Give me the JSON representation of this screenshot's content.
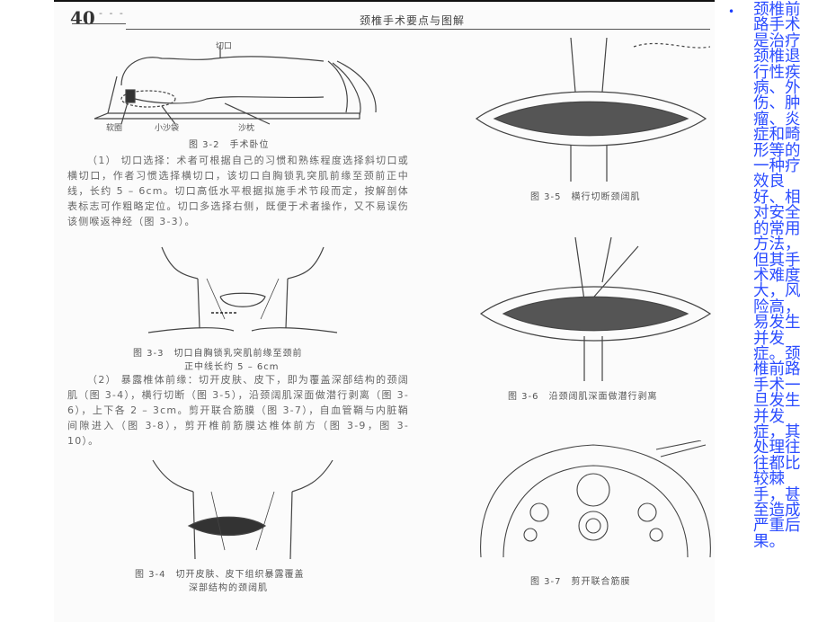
{
  "book_page": {
    "page_number": "40",
    "running_head": "颈椎手术要点与图解",
    "fig_3_2": {
      "label_incision": "切口",
      "label_ring": "软圈",
      "label_small_sandbag": "小沙袋",
      "label_sand_pillow": "沙枕",
      "caption": "图 3-2　手术卧位"
    },
    "paragraph_1": "（1） 切口选择：术者可根据自己的习惯和熟练程度选择斜切口或横切口，作者习惯选择横切口，该切口自胸锁乳突肌前缘至颈前正中线，长约 5 – 6cm。切口高低水平根据拟施手术节段而定，按解剖体表标志可作粗略定位。切口多选择右侧，既便于术者操作，又不易误伤该侧喉返神经（图 3-3）。",
    "fig_3_3_caption_line1": "图 3-3　切口自胸锁乳突肌前缘至颈前",
    "fig_3_3_caption_line2": "正中线长约 5 – 6cm",
    "paragraph_2": "（2） 暴露椎体前缘：切开皮肤、皮下，即为覆盖深部结构的颈阔肌（图 3-4），横行切断（图 3-5），沿颈阔肌深面做潜行剥离（图 3-6），上下各 2 – 3cm。剪开联合筋膜（图 3-7），自血管鞘与内脏鞘间隙进入（图 3-8），剪开椎前筋膜达椎体前方（图 3-9，图 3-10）。",
    "fig_3_4_caption_line1": "图 3-4　切开皮肤、皮下组织暴露覆盖",
    "fig_3_4_caption_line2": "深部结构的颈阔肌",
    "fig_3_5_caption": "图 3-5　横行切断颈阔肌",
    "fig_3_6_caption": "图 3-6　沿颈阔肌深面做潜行剥离",
    "fig_3_7_caption": "图 3-7　剪开联合筋膜"
  },
  "side_text": {
    "bullet": "•",
    "text": "颈椎前路手术是治疗颈椎退行性疾病、外伤、肿瘤、炎症和畸形等的一种疗效良好、相对安全的常用方法，但其手术难度大，风险高，易发生并发症。颈椎前路手术一旦发生并发症，其处理往往都比较棘手，甚至造成严重后果。",
    "color": "#2b4cff"
  }
}
